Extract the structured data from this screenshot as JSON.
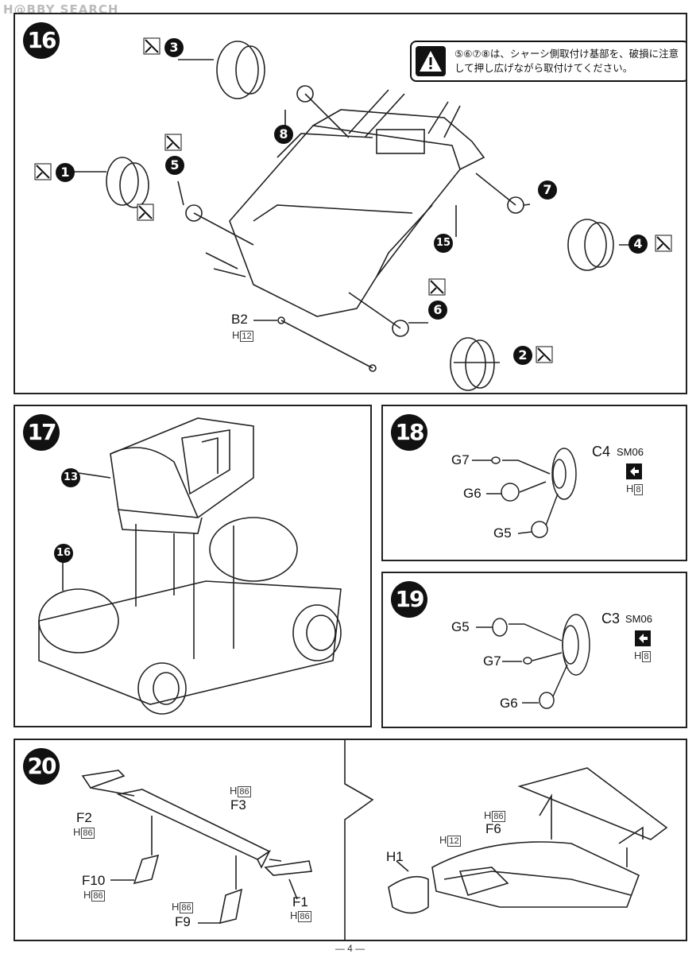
{
  "watermark": "H@BBY SEARCH",
  "warning": {
    "text": "⑤⑥⑦⑧は、シャーシ側取付け基部を、破損に注意して押し広げながら取付けてください。"
  },
  "steps": {
    "s16": "16",
    "s17": "17",
    "s18": "18",
    "s19": "19",
    "s20": "20"
  },
  "step16": {
    "parts": {
      "p1": "1",
      "p2": "2",
      "p3": "3",
      "p4": "4",
      "p5": "5",
      "p6": "6",
      "p7": "7",
      "p8": "8",
      "p15": "15"
    },
    "b2": "B2",
    "b2_h": "H",
    "b2_hnum": "12"
  },
  "step17": {
    "sub13": "13",
    "sub16": "16"
  },
  "step18": {
    "c4": "C4",
    "c4_code": "SM06",
    "c4_h": "H",
    "c4_hnum": "8",
    "g7": "G7",
    "g6": "G6",
    "g5": "G5"
  },
  "step19": {
    "c3": "C3",
    "c3_code": "SM06",
    "c3_h": "H",
    "c3_hnum": "8",
    "g5": "G5",
    "g7": "G7",
    "g6": "G6"
  },
  "step20": {
    "f2": "F2",
    "f2_h": "H",
    "f2_hnum": "86",
    "f3": "F3",
    "f3_h": "H",
    "f3_hnum": "86",
    "f10": "F10",
    "f10_h": "H",
    "f10_hnum": "86",
    "f9": "F9",
    "f9_h": "H",
    "f9_hnum": "86",
    "f1": "F1",
    "f1_h": "H",
    "f1_hnum": "86",
    "f6": "F6",
    "f6_h": "H",
    "f6_hnum": "86",
    "h1": "H1",
    "h12_h": "H",
    "h12_num": "12"
  },
  "page_number": "— 4 —"
}
